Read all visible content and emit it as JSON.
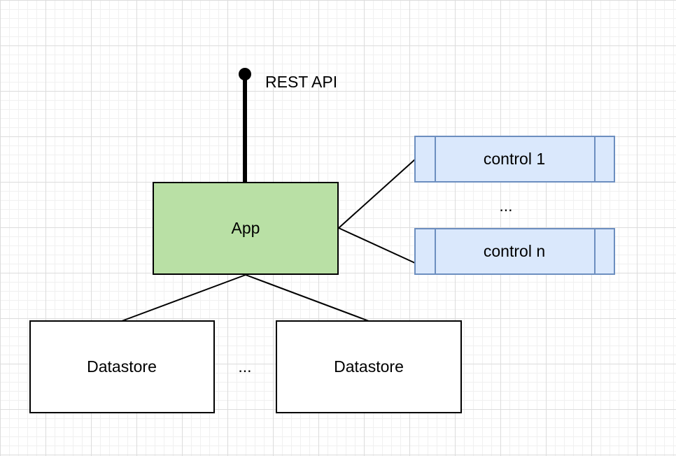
{
  "diagram": {
    "api_label": "REST API",
    "app_label": "App",
    "controls": [
      {
        "label": "control 1"
      },
      {
        "label": "control n"
      }
    ],
    "controls_ellipsis": "...",
    "datastores": [
      {
        "label": "Datastore"
      },
      {
        "label": "Datastore"
      }
    ],
    "datastores_ellipsis": "...",
    "colors": {
      "app_fill": "#b9e0a5",
      "control_fill": "#dae8fc",
      "control_stroke": "#6c8ebf",
      "datastore_fill": "#ffffff",
      "line": "#000000"
    }
  }
}
